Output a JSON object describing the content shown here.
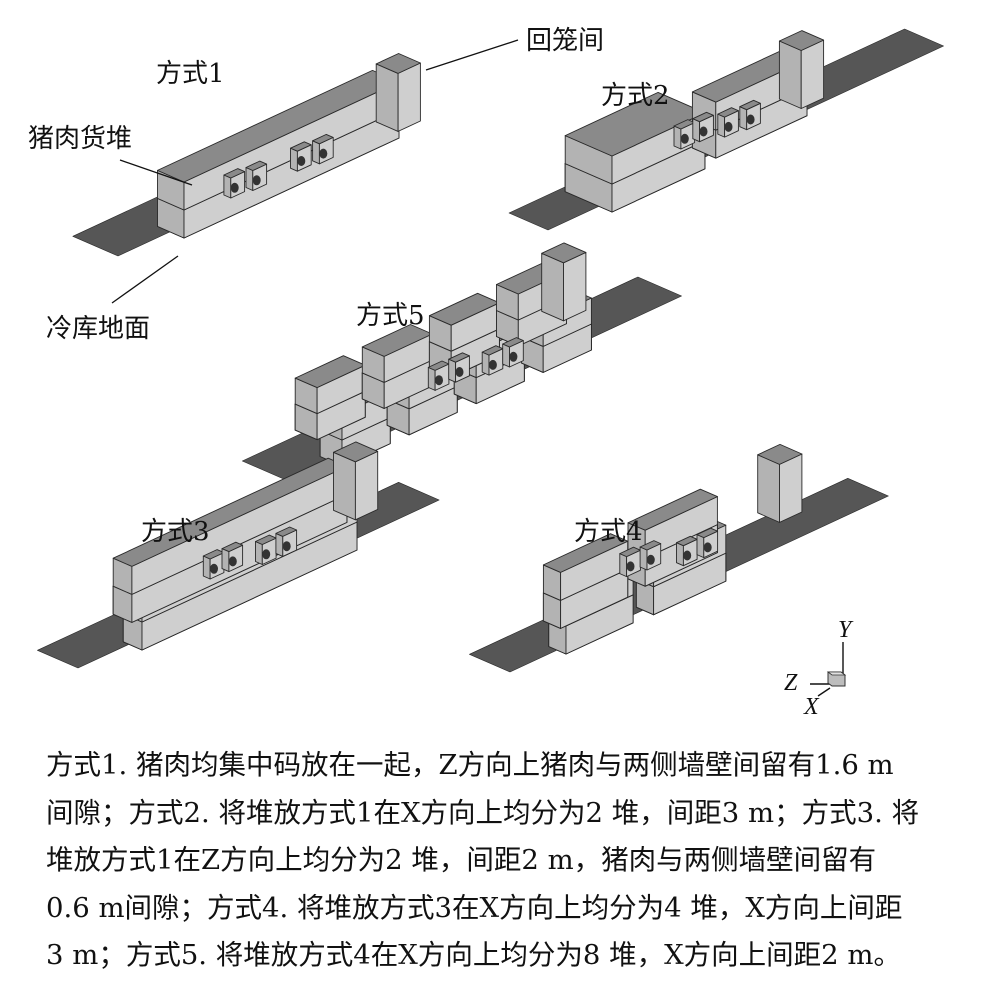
{
  "labels": {
    "scheme1": "方式1",
    "scheme2": "方式2",
    "scheme3": "方式3",
    "scheme4": "方式4",
    "scheme5": "方式5",
    "return_room": "回笼间",
    "pork_stack": "猪肉货堆",
    "floor": "冷库地面"
  },
  "axes": {
    "y": "Y",
    "z": "Z",
    "x": "X"
  },
  "caption_lines": [
    "方式1. 猪肉均集中码放在一起，Z方向上猪肉与两侧墙壁间留有1.6 m",
    "间隙；方式2. 将堆放方式1在X方向上均分为2 堆，间距3 m；方式3. 将",
    "堆放方式1在Z方向上均分为2 堆，间距2 m，猪肉与两侧墙壁间留有",
    "0.6 m间隙；方式4. 将堆放方式3在X方向上均分为4 堆，X方向上间距",
    "3 m；方式5. 将堆放方式4在X方向上均分为8 堆，X方向上间距2 m。"
  ],
  "colors": {
    "floor": "#565656",
    "box_top": "#8a8a8a",
    "box_front": "#b3b3b3",
    "box_side": "#cfcfcf",
    "outline": "#2a2a2a"
  }
}
